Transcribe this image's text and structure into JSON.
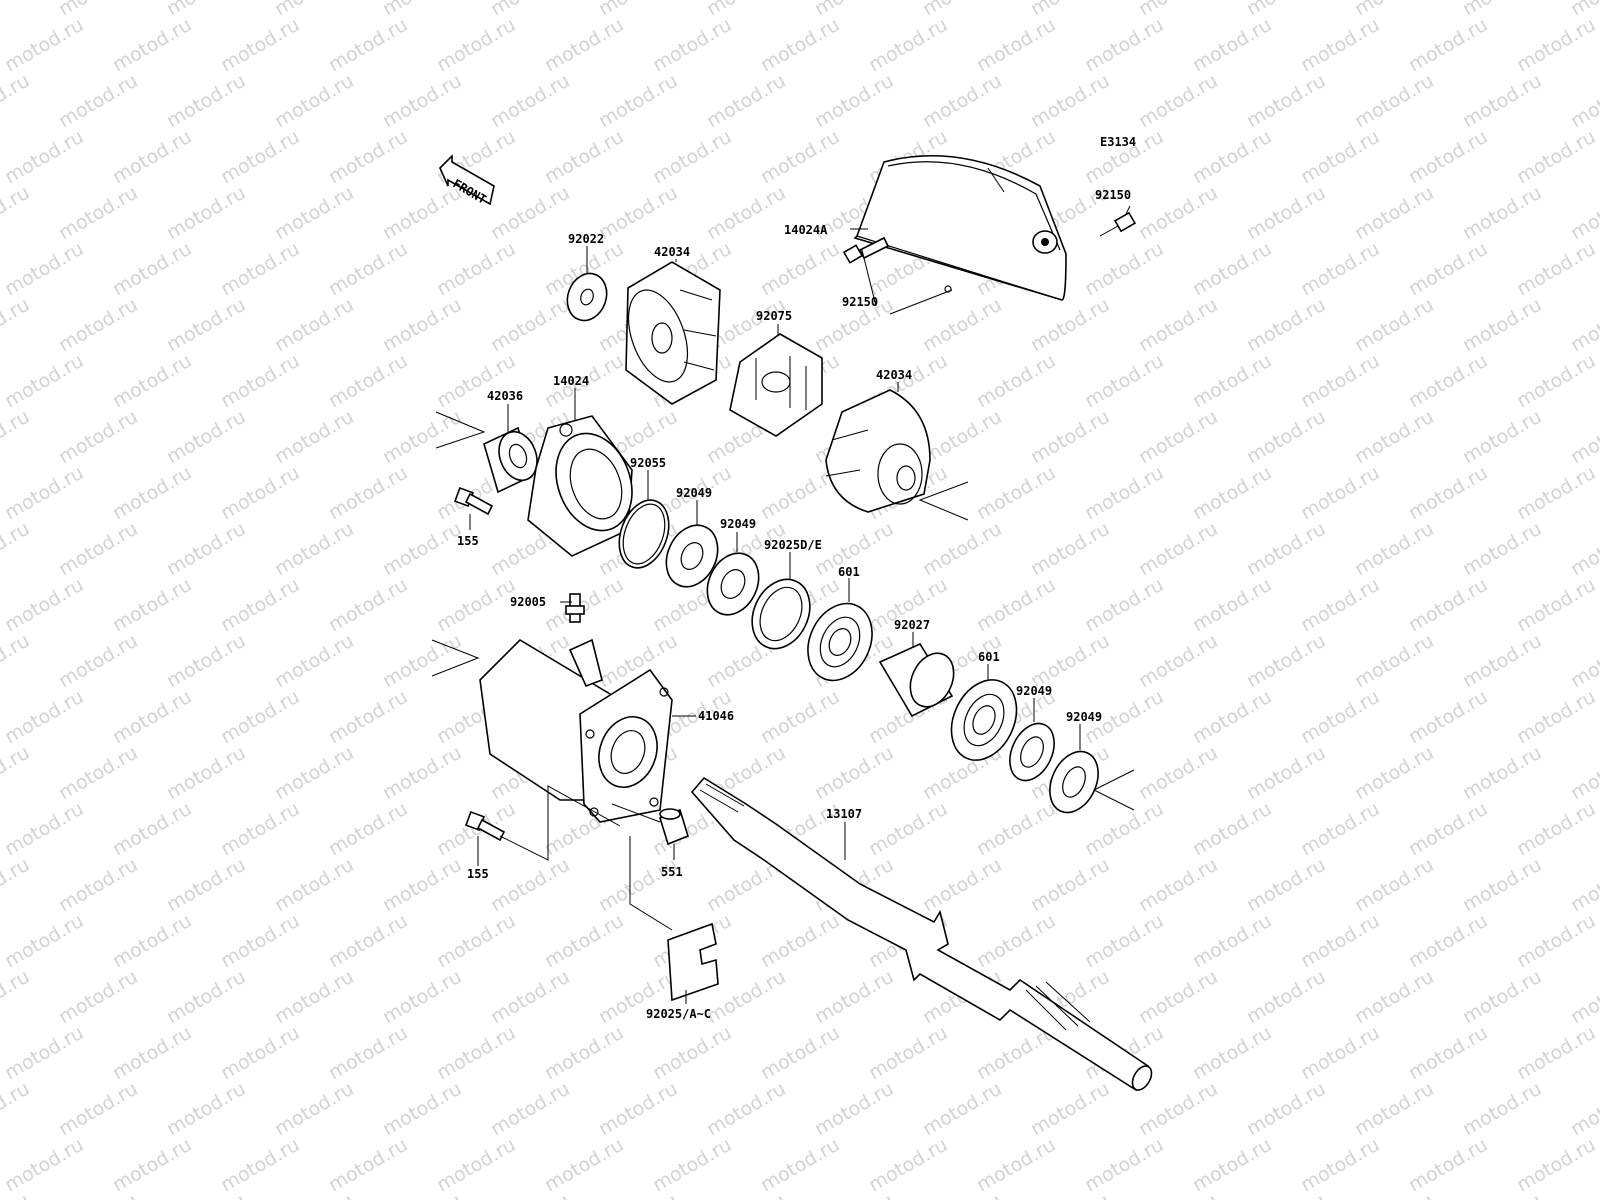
{
  "diagram": {
    "figure_code": "E3134",
    "front_label": "FRONT",
    "watermark": "motod.ru",
    "callouts": [
      {
        "id": "14024A",
        "label": "14024A"
      },
      {
        "id": "92150a",
        "label": "92150"
      },
      {
        "id": "92150b",
        "label": "92150"
      },
      {
        "id": "92022",
        "label": "92022"
      },
      {
        "id": "42034a",
        "label": "42034"
      },
      {
        "id": "92075",
        "label": "92075"
      },
      {
        "id": "42034b",
        "label": "42034"
      },
      {
        "id": "42036",
        "label": "42036"
      },
      {
        "id": "14024",
        "label": "14024"
      },
      {
        "id": "92055",
        "label": "92055"
      },
      {
        "id": "155a",
        "label": "155"
      },
      {
        "id": "92049a",
        "label": "92049"
      },
      {
        "id": "92049b",
        "label": "92049"
      },
      {
        "id": "92025DE",
        "label": "92025D/E"
      },
      {
        "id": "601a",
        "label": "601"
      },
      {
        "id": "92005",
        "label": "92005"
      },
      {
        "id": "92027",
        "label": "92027"
      },
      {
        "id": "601b",
        "label": "601"
      },
      {
        "id": "92049c",
        "label": "92049"
      },
      {
        "id": "92049d",
        "label": "92049"
      },
      {
        "id": "41046",
        "label": "41046"
      },
      {
        "id": "13107",
        "label": "13107"
      },
      {
        "id": "155b",
        "label": "155"
      },
      {
        "id": "551",
        "label": "551"
      },
      {
        "id": "92025AC",
        "label": "92025/A~C"
      }
    ]
  }
}
